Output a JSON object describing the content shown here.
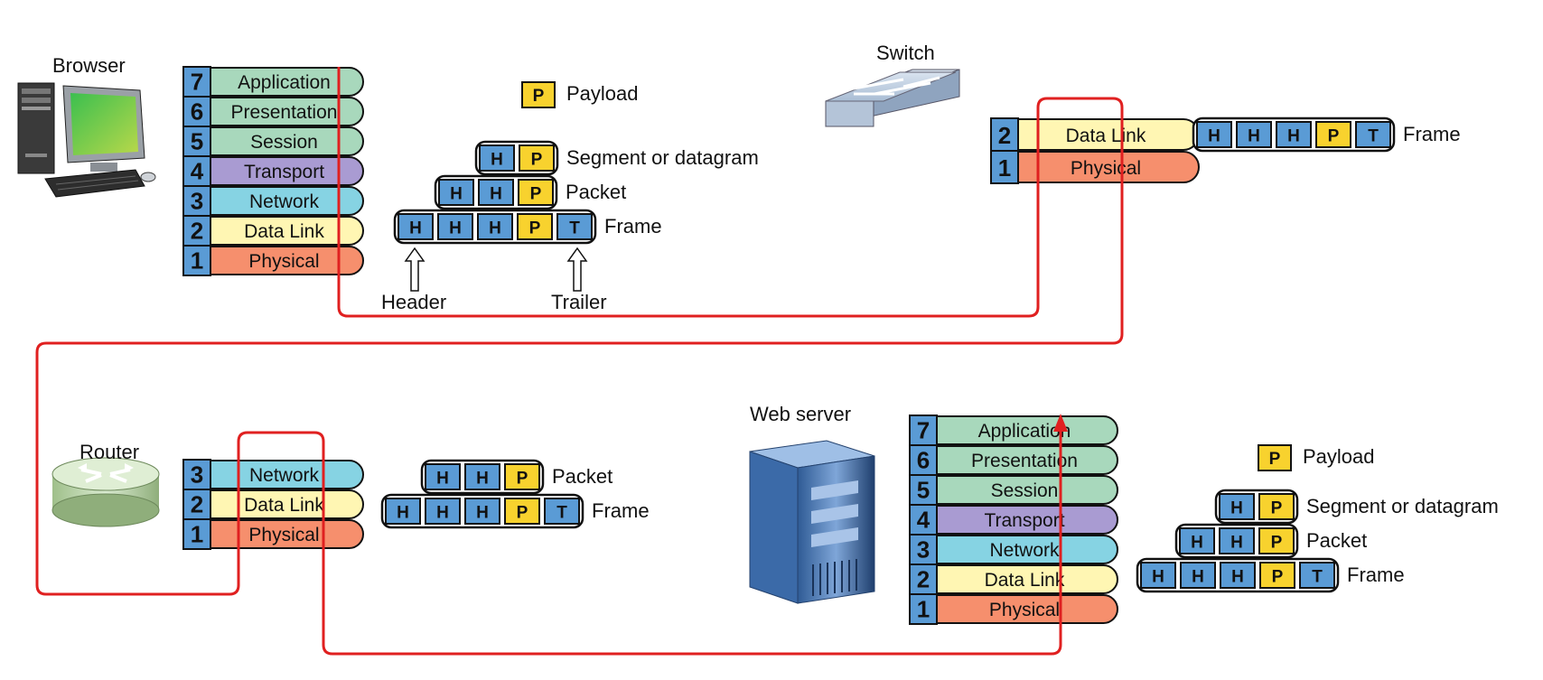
{
  "colors": {
    "application": "#a8d8bc",
    "presentation": "#a8d8bc",
    "session": "#a8d8bc",
    "transport": "#a99bd2",
    "network": "#86d3e3",
    "datalink": "#fff6b3",
    "physical": "#f68f6d",
    "number_box": "#5a9bd5",
    "header_cell": "#5a9bd5",
    "payload_cell": "#f8d22e",
    "trailer_cell": "#5a9bd5",
    "path_line": "#e02020"
  },
  "devices": {
    "browser": "Browser",
    "switch": "Switch",
    "router": "Router",
    "web_server": "Web server"
  },
  "osi_layers": [
    {
      "num": "7",
      "name": "Application",
      "key": "application"
    },
    {
      "num": "6",
      "name": "Presentation",
      "key": "presentation"
    },
    {
      "num": "5",
      "name": "Session",
      "key": "session"
    },
    {
      "num": "4",
      "name": "Transport",
      "key": "transport"
    },
    {
      "num": "3",
      "name": "Network",
      "key": "network"
    },
    {
      "num": "2",
      "name": "Data Link",
      "key": "datalink"
    },
    {
      "num": "1",
      "name": "Physical",
      "key": "physical"
    }
  ],
  "switch_layers": [
    {
      "num": "2",
      "name": "Data Link",
      "key": "datalink"
    },
    {
      "num": "1",
      "name": "Physical",
      "key": "physical"
    }
  ],
  "router_layers": [
    {
      "num": "3",
      "name": "Network",
      "key": "network"
    },
    {
      "num": "2",
      "name": "Data Link",
      "key": "datalink"
    },
    {
      "num": "1",
      "name": "Physical",
      "key": "physical"
    }
  ],
  "pdu": {
    "payload": "Payload",
    "segment": "Segment or datagram",
    "packet": "Packet",
    "frame": "Frame",
    "header": "Header",
    "trailer": "Trailer",
    "h": "H",
    "p": "P",
    "t": "T"
  }
}
